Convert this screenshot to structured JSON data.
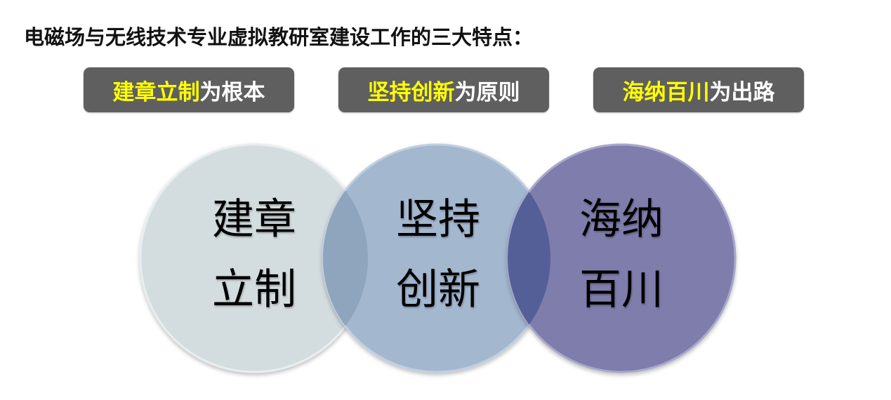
{
  "title": "电磁场与无线技术专业虚拟教研室建设工作的三大特点：",
  "tags": [
    {
      "highlight": "建章立制",
      "rest": "为根本"
    },
    {
      "highlight": "坚持创新",
      "rest": "为原则"
    },
    {
      "highlight": "海纳百川",
      "rest": "为出路"
    }
  ],
  "circles": [
    {
      "line1": "建章",
      "line2": "立制",
      "color": "#d3dcdf"
    },
    {
      "line1": "坚持",
      "line2": "创新",
      "color": "#a3b7cf"
    },
    {
      "line1": "海纳",
      "line2": "百川",
      "color": "#7e7dac"
    }
  ],
  "overlap_colors": [
    "#8fa4bd",
    "#545f97"
  ],
  "highlight_color": "#ffff00"
}
